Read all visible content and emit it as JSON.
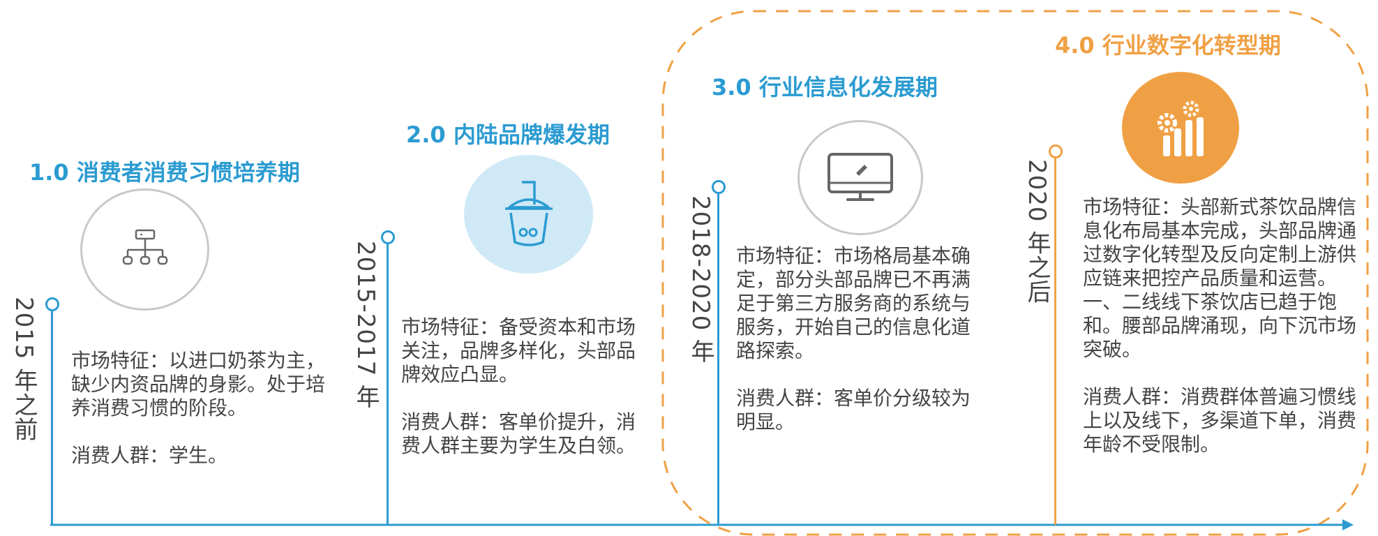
{
  "colors": {
    "blue": "#2b9bd1",
    "orange": "#f0a044",
    "text": "#444444",
    "icon_gray": "#666666",
    "circle_gray": "#c9c9c9",
    "light_blue_fill": "#cfe9f6"
  },
  "stages": [
    {
      "title": "1.0 消费者消费习惯培养期",
      "period": "2015 年之前",
      "feature": "市场特征：以进口奶茶为主，缺少内资品牌的身影。处于培养消费习惯的阶段。",
      "consumers": "消费人群：学生。",
      "icon": "org-chart-icon"
    },
    {
      "title": "2.0 内陆品牌爆发期",
      "period": "2015-2017 年",
      "feature": "市场特征：备受资本和市场关注，品牌多样化，头部品牌效应凸显。",
      "consumers": "消费人群：客单价提升，消费人群主要为学生及白领。",
      "icon": "bubble-tea-icon"
    },
    {
      "title": "3.0 行业信息化发展期",
      "period": "2018-2020 年",
      "feature": "市场特征：市场格局基本确定，部分头部品牌已不再满足于第三方服务商的系统与服务，开始自己的信息化道路探索。",
      "consumers": "消费人群：客单价分级较为明显。",
      "icon": "monitor-icon"
    },
    {
      "title": "4.0 行业数字化转型期",
      "period": "2020 年之后",
      "feature": "市场特征：头部新式茶饮品牌信息化布局基本完成，头部品牌通过数字化转型及反向定制上游供应链来把控产品质量和运营。一、二线线下茶饮店已趋于饱和。腰部品牌涌现，向下沉市场突破。",
      "consumers": "消费人群：消费群体普遍习惯线上以及线下，多渠道下单，消费年龄不受限制。",
      "icon": "gear-chart-icon"
    }
  ]
}
